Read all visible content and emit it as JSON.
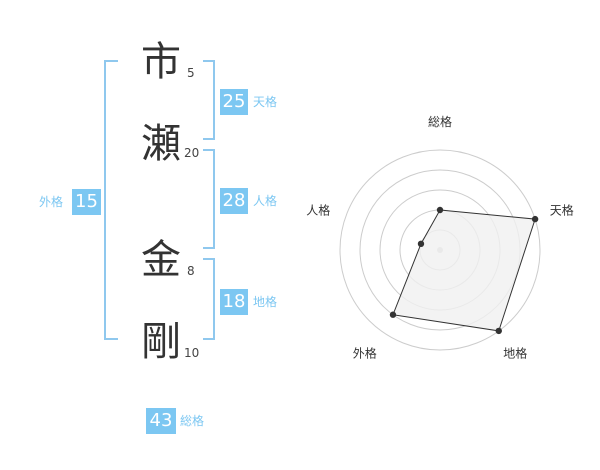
{
  "name": {
    "chars": [
      {
        "char": "市",
        "strokes": "5"
      },
      {
        "char": "瀬",
        "strokes": "20"
      },
      {
        "char": "金",
        "strokes": "8"
      },
      {
        "char": "剛",
        "strokes": "10"
      }
    ]
  },
  "scores": {
    "tenkaku": {
      "label": "天格",
      "value": "25"
    },
    "jinkaku": {
      "label": "人格",
      "value": "28"
    },
    "chikaku": {
      "label": "地格",
      "value": "18"
    },
    "gaikaku": {
      "label": "外格",
      "value": "15"
    },
    "soukaku": {
      "label": "総格",
      "value": "43"
    }
  },
  "colors": {
    "accent": "#7cc7f2",
    "bracket": "#8fc8ee",
    "radar_fill": "#f0f0f0",
    "radar_stroke": "#333333"
  },
  "chart_data": {
    "type": "radar",
    "axes": [
      "総格",
      "天格",
      "地格",
      "外格",
      "人格"
    ],
    "values": [
      2,
      5,
      5,
      4,
      1
    ],
    "max": 5,
    "rings": 5
  }
}
